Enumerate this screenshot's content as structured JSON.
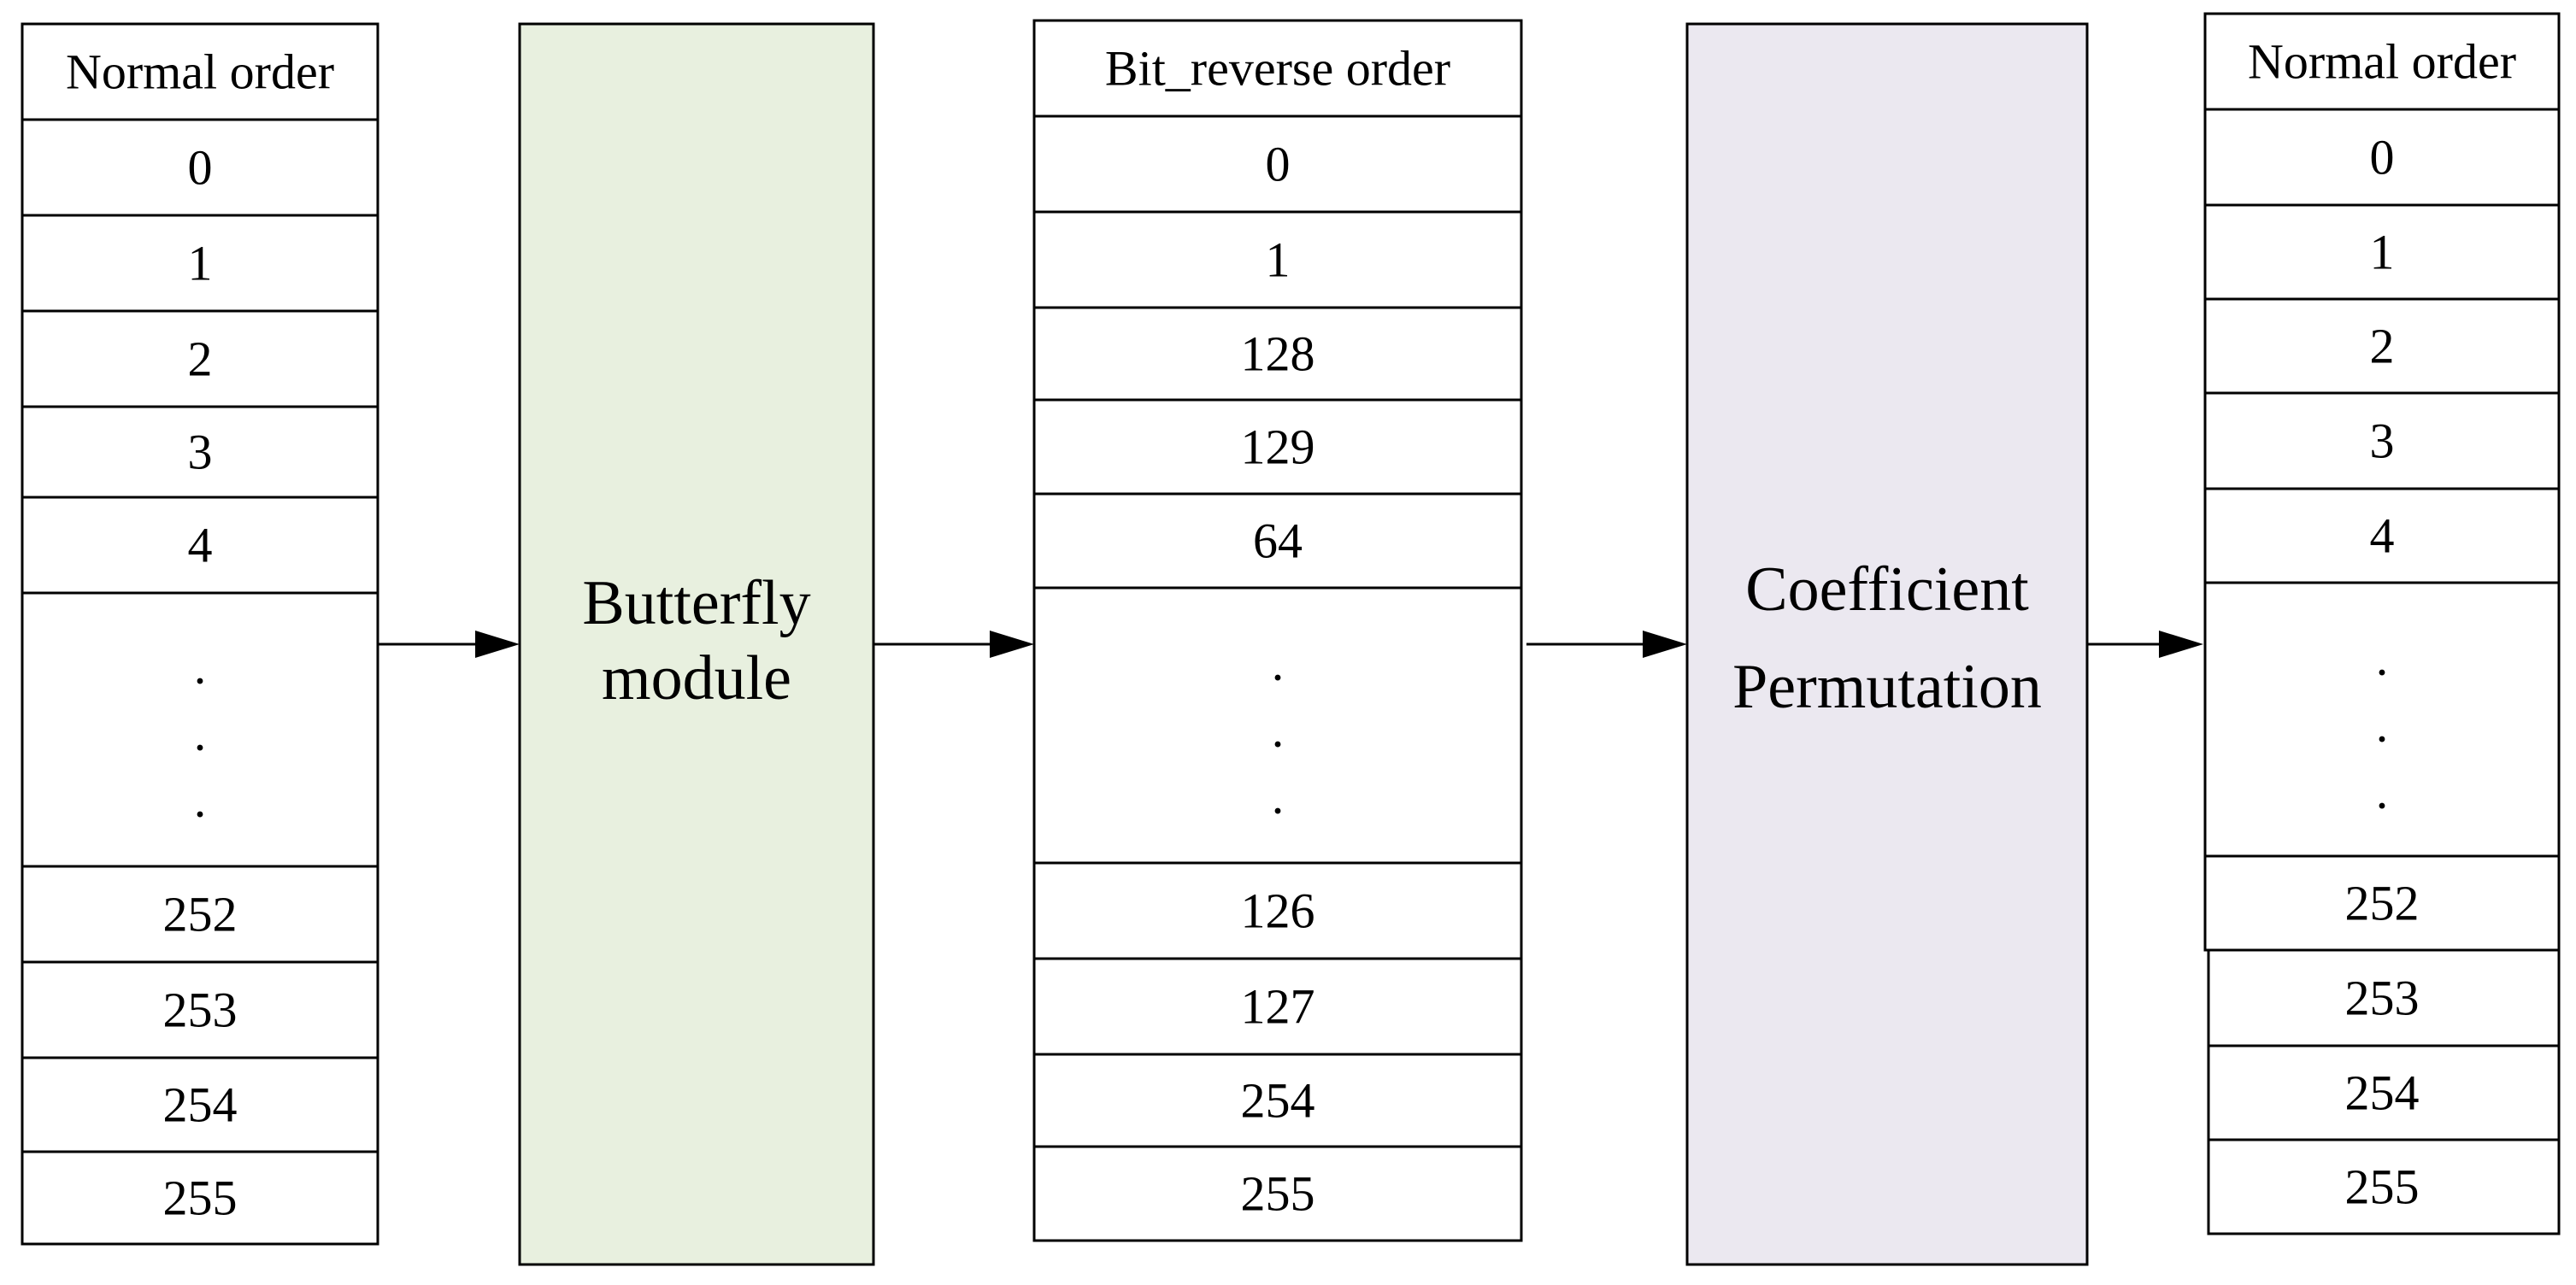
{
  "colors": {
    "butterfly_fill": "#e8f0df",
    "permutation_fill": "#ebe8f0",
    "stroke": "#000000"
  },
  "input_table": {
    "header": "Normal order",
    "cells_top": [
      "0",
      "1",
      "2",
      "3",
      "4"
    ],
    "ellipsis": [
      ".",
      ".",
      "."
    ],
    "cells_bottom": [
      "252",
      "253",
      "254",
      "255"
    ]
  },
  "butterfly_module": {
    "lines": [
      "Butterfly",
      "module"
    ]
  },
  "bitrev_table": {
    "header": "Bit_reverse order",
    "cells_top": [
      "0",
      "1",
      "128",
      "129",
      "64"
    ],
    "ellipsis": [
      ".",
      ".",
      "."
    ],
    "cells_bottom": [
      "126",
      "127",
      "254",
      "255"
    ]
  },
  "permutation_module": {
    "lines": [
      "Coefficient",
      "Permutation"
    ]
  },
  "output_table": {
    "header": "Normal order",
    "cells_top": [
      "0",
      "1",
      "2",
      "3",
      "4"
    ],
    "ellipsis": [
      ".",
      ".",
      "."
    ],
    "cells_bottom": [
      "252",
      "253",
      "254",
      "255"
    ]
  }
}
